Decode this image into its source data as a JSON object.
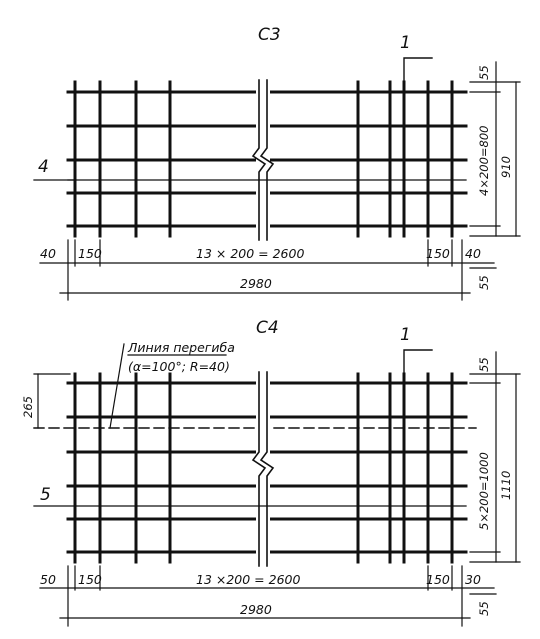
{
  "c3": {
    "title": "C3",
    "callout": "1",
    "section_marker": "4",
    "dim_right_top": "55",
    "dim_right_pitch": "4×200=800",
    "dim_right_total": "910",
    "dim_left": "40",
    "dim_left_pitch": "150",
    "dim_mid": "13 × 200 = 2600",
    "dim_right_pitch_b": "150",
    "dim_right_end": "40",
    "dim_bottom_total": "2980",
    "dim_right_bottom": "55"
  },
  "c4": {
    "title": "C4",
    "bend_label": "Линия перегиба",
    "bend_params": "(α=100°; R=40)",
    "callout": "1",
    "section_marker": "5",
    "dim_left_height": "265",
    "dim_right_top": "55",
    "dim_right_pitch": "5×200=1000",
    "dim_right_total": "1110",
    "dim_left": "50",
    "dim_left_pitch": "150",
    "dim_mid": "13 ×200 = 2600",
    "dim_right_pitch_b": "150",
    "dim_right_end": "30",
    "dim_bottom_total": "2980",
    "dim_right_bottom": "55"
  }
}
